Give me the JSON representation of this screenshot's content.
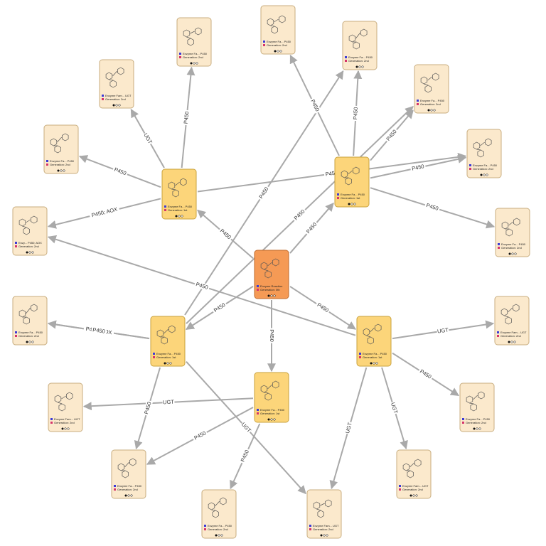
{
  "graph": {
    "legend_colors": {
      "type": "#3b3bd6",
      "generation": "#d6336b"
    },
    "node_colors": {
      "root": "#f59a55",
      "gen1": "#fcd57a",
      "gen2": "#fbe9cc"
    },
    "nodes": [
      {
        "id": "root",
        "type_text": "Enzyme Reaction",
        "gen_text": "Generation: 0th",
        "level": "root"
      },
      {
        "id": "n1",
        "type_text": "Enzyme Fa... P450",
        "gen_text": "Generation: 1st",
        "level": "gen1"
      },
      {
        "id": "n2",
        "type_text": "Enzyme Fa... P450",
        "gen_text": "Generation: 1st",
        "level": "gen1"
      },
      {
        "id": "n3",
        "type_text": "Enzyme Fa... P450",
        "gen_text": "Generation: 1st",
        "level": "gen1"
      },
      {
        "id": "n4",
        "type_text": "Enzyme Fa... P450",
        "gen_text": "Generation: 1st",
        "level": "gen1"
      },
      {
        "id": "n5",
        "type_text": "Enzyme Fa... P450",
        "gen_text": "Generation: 1st",
        "level": "gen1"
      },
      {
        "id": "m_a",
        "type_text": "Enzyme Fa... P450",
        "gen_text": "Generation: 2nd",
        "level": "gen2"
      },
      {
        "id": "m_b",
        "type_text": "Enzyme Fam... UGT",
        "gen_text": "Generation: 2nd",
        "level": "gen2"
      },
      {
        "id": "m_c",
        "type_text": "Enzyme Fa... P450",
        "gen_text": "Generation: 2nd",
        "level": "gen2"
      },
      {
        "id": "m_d",
        "type_text": "Enzy... P450; AOX",
        "gen_text": "Generation: 2nd",
        "level": "gen2"
      },
      {
        "id": "m_e",
        "type_text": "Enzyme Fa... P450",
        "gen_text": "Generation: 2nd",
        "level": "gen2"
      },
      {
        "id": "m_f",
        "type_text": "Enzyme Fa... P450",
        "gen_text": "Generation: 2nd",
        "level": "gen2"
      },
      {
        "id": "m_g",
        "type_text": "Enzyme Fa... P450",
        "gen_text": "Generation: 2nd",
        "level": "gen2"
      },
      {
        "id": "m_h",
        "type_text": "Enzyme Fa... P450",
        "gen_text": "Generation: 2nd",
        "level": "gen2"
      },
      {
        "id": "m_i",
        "type_text": "Enzyme Fa... P450",
        "gen_text": "Generation: 2nd",
        "level": "gen2"
      },
      {
        "id": "m_j",
        "type_text": "Enzyme Fam... UGT",
        "gen_text": "Generation: 2nd",
        "level": "gen2"
      },
      {
        "id": "m_k",
        "type_text": "Enzyme Fa... P450",
        "gen_text": "Generation: 2nd",
        "level": "gen2"
      },
      {
        "id": "m_l",
        "type_text": "Enzyme Fam... UGT",
        "gen_text": "Generation: 2nd",
        "level": "gen2"
      },
      {
        "id": "m_m",
        "type_text": "Enzyme Fam... UGT",
        "gen_text": "Generation: 2nd",
        "level": "gen2"
      },
      {
        "id": "m_n",
        "type_text": "Enzyme Fa... P450",
        "gen_text": "Generation: 2nd",
        "level": "gen2"
      },
      {
        "id": "m_o",
        "type_text": "Enzyme Fa... P450",
        "gen_text": "Generation: 2nd",
        "level": "gen2"
      },
      {
        "id": "m_p",
        "type_text": "Enzyme Fam... UGT",
        "gen_text": "Generation: 2nd",
        "level": "gen2"
      },
      {
        "id": "m_q",
        "type_text": "Enzy... P450; AOX",
        "gen_text": "Generation: 2nd",
        "level": "gen2"
      },
      {
        "id": "m_r",
        "type_text": "Enzyme Fa... P450",
        "gen_text": "Generation: 2nd",
        "level": "gen2"
      }
    ],
    "edges": [
      {
        "from": "root",
        "to": "n1",
        "label": "P450"
      },
      {
        "from": "root",
        "to": "n2",
        "label": "P450"
      },
      {
        "from": "root",
        "to": "n3",
        "label": "P450"
      },
      {
        "from": "root",
        "to": "n4",
        "label": "P450"
      },
      {
        "from": "root",
        "to": "n5",
        "label": "P450"
      },
      {
        "from": "n1",
        "to": "m_a",
        "label": "P450"
      },
      {
        "from": "n1",
        "to": "m_b",
        "label": "UGT"
      },
      {
        "from": "n1",
        "to": "m_c",
        "label": "P450"
      },
      {
        "from": "n1",
        "to": "m_d",
        "label": "P450; AOX"
      },
      {
        "from": "n1",
        "to": "m_h",
        "label": "P450"
      },
      {
        "from": "n2",
        "to": "m_e",
        "label": "P450"
      },
      {
        "from": "n2",
        "to": "m_f",
        "label": "P450"
      },
      {
        "from": "n2",
        "to": "m_g",
        "label": "P450"
      },
      {
        "from": "n2",
        "to": "m_h",
        "label": "P450"
      },
      {
        "from": "n2",
        "to": "m_i",
        "label": "P450"
      },
      {
        "from": "n3",
        "to": "m_j",
        "label": "UGT"
      },
      {
        "from": "n3",
        "to": "m_k",
        "label": "P450"
      },
      {
        "from": "n3",
        "to": "m_l",
        "label": "UGT"
      },
      {
        "from": "n3",
        "to": "m_m",
        "label": "UGT"
      },
      {
        "from": "n3",
        "to": "m_d",
        "label": "P450"
      },
      {
        "from": "n4",
        "to": "m_n",
        "label": "P450"
      },
      {
        "from": "n4",
        "to": "m_o",
        "label": "P450"
      },
      {
        "from": "n4",
        "to": "m_p",
        "label": "UGT"
      },
      {
        "from": "n5",
        "to": "m_q",
        "label": "P450; AOX"
      },
      {
        "from": "n5",
        "to": "m_r",
        "label": "P450"
      },
      {
        "from": "n5",
        "to": "m_m",
        "label": "UGT"
      },
      {
        "from": "n5",
        "to": "m_f",
        "label": "P450"
      },
      {
        "from": "n5",
        "to": "m_q",
        "label": "P450"
      },
      {
        "from": "n5",
        "to": "m_o",
        "label": "P450"
      },
      {
        "from": "n5",
        "to": "m_g",
        "label": "P450"
      }
    ]
  }
}
